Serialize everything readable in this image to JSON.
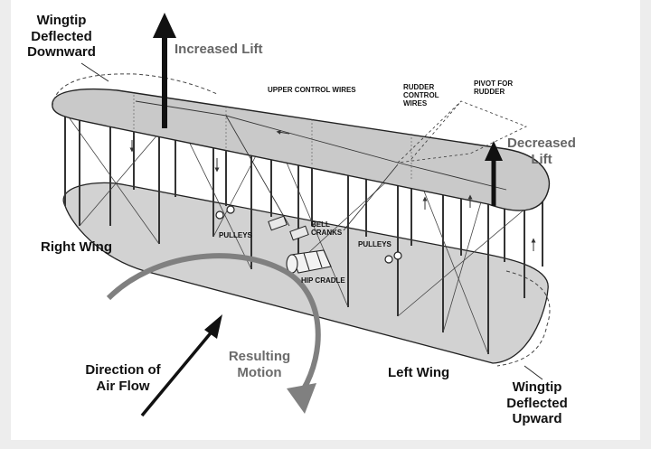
{
  "labels": {
    "wingtip_down": "Wingtip\nDeflected\nDownward",
    "increased_lift": "Increased Lift",
    "upper_control_wires": "UPPER CONTROL WIRES",
    "rudder_control_wires": "RUDDER\nCONTROL\nWIRES",
    "pivot_for_rudder": "PIVOT FOR\nRUDDER",
    "decreased_lift": "Decreased\nLift",
    "right_wing": "Right Wing",
    "pulleys_left": "PULLEYS",
    "bell_cranks": "BELL\nCRANKS",
    "pulleys_right": "PULLEYS",
    "hip_cradle": "HIP CRADLE",
    "direction_air_flow": "Direction of\nAir Flow",
    "resulting_motion": "Resulting\nMotion",
    "left_wing": "Left Wing",
    "wingtip_up": "Wingtip\nDeflected\nUpward"
  },
  "colors": {
    "wing_fill": "#c9c9c9",
    "lower_wing_fill": "#d2d2d2",
    "line": "#222222",
    "arrow_black": "#111111",
    "motion_arc": "#808080",
    "motion_text": "#6b6b6b"
  }
}
